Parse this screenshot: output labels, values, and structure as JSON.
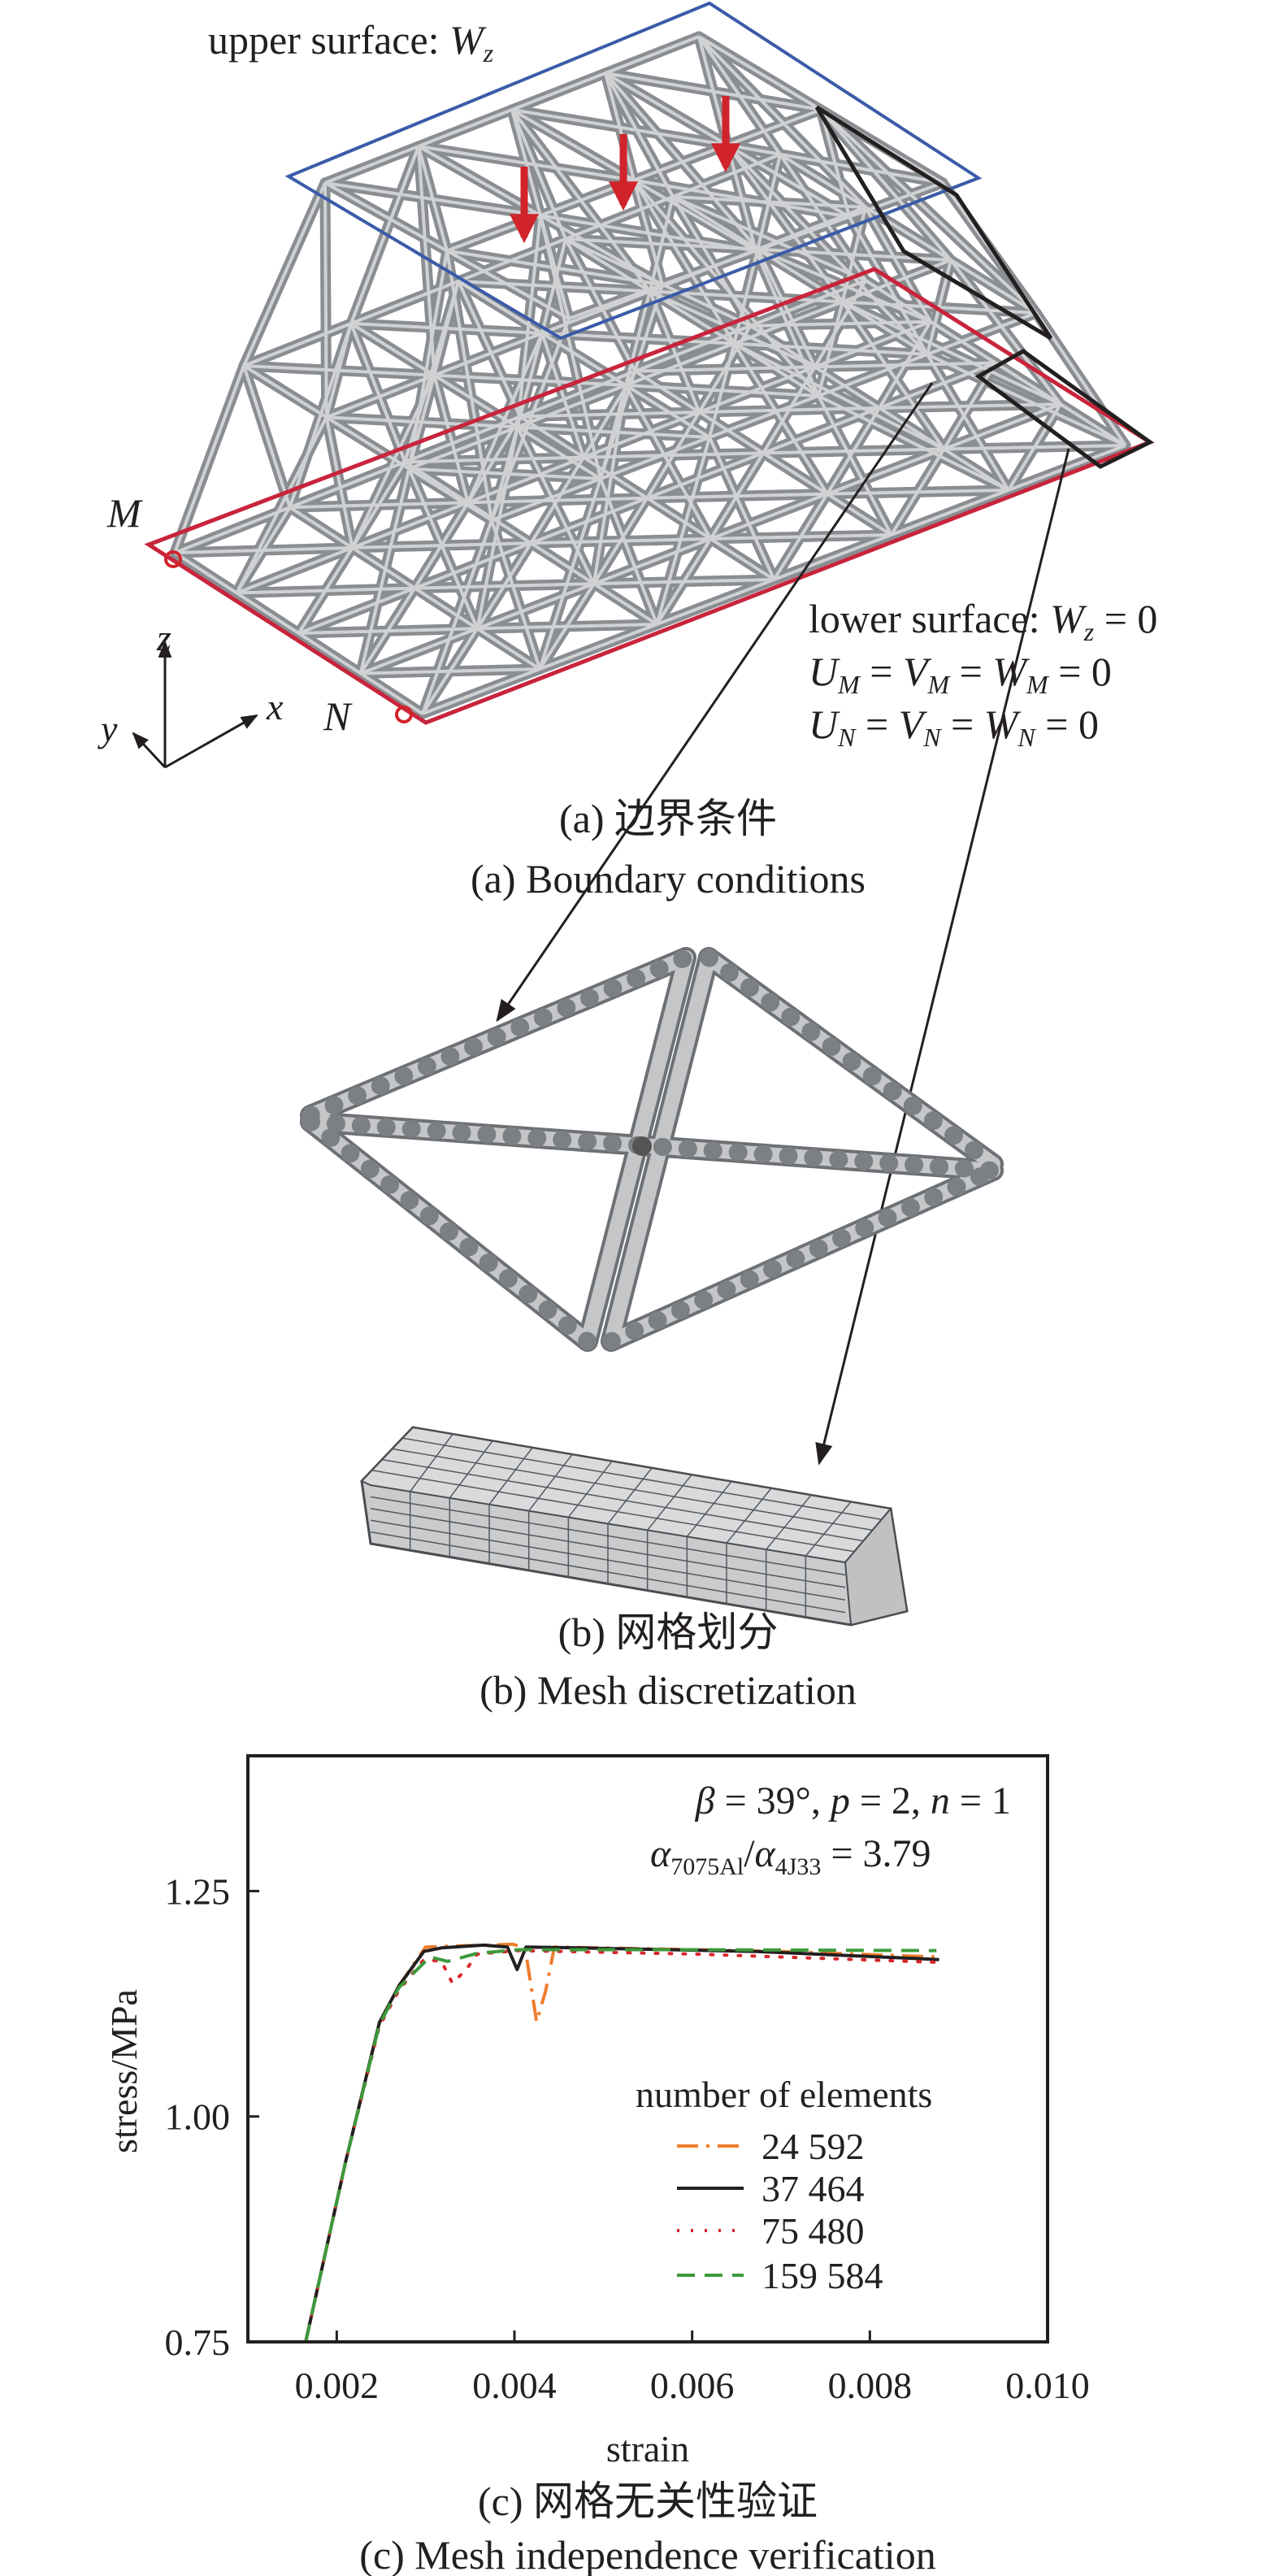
{
  "panel_a": {
    "upper_surface": {
      "label": "upper surface: ",
      "var": "W",
      "sub": "z"
    },
    "lower_surface": {
      "label": "lower surface: ",
      "var": "W",
      "sub": "z",
      "rest": " = 0"
    },
    "bc_m": {
      "u": "U",
      "v": "V",
      "w": "W",
      "sub": "M",
      "eq": " = ",
      "zero": " = 0"
    },
    "bc_n": {
      "u": "U",
      "v": "V",
      "w": "W",
      "sub": "N",
      "eq": " = ",
      "zero": " = 0"
    },
    "point_m": "M",
    "point_n": "N",
    "axis_x": "x",
    "axis_y": "y",
    "axis_z": "z",
    "caption_cn": "(a) 边界条件",
    "caption_en": "(a) Boundary conditions"
  },
  "panel_b": {
    "caption_cn": "(b) 网格划分",
    "caption_en": "(b) Mesh discretization"
  },
  "panel_c": {
    "caption_cn": "(c) 网格无关性验证",
    "caption_en": "(c) Mesh independence verification"
  },
  "colors": {
    "upper_surface": "#3a5ba8",
    "lower_surface": "#c8243c",
    "load_arrow": "#d0242a",
    "truss": "#8a8d91"
  },
  "chart_data": {
    "type": "line",
    "xlabel": "strain",
    "ylabel": "stress/MPa",
    "xlim": [
      0.001,
      0.01
    ],
    "ylim": [
      0.75,
      1.4
    ],
    "xticks": [
      "0.002",
      "0.004",
      "0.006",
      "0.008",
      "0.010"
    ],
    "yticks": [
      "0.75",
      "1.00",
      "1.25"
    ],
    "annotation": {
      "line1": {
        "beta": "β",
        "beta_val": " = 39°, ",
        "p": "p",
        "p_val": " = 2, ",
        "n": "n",
        "n_val": " = 1"
      },
      "line2": {
        "a": "α",
        "sub1": "7075Al",
        "slash": "/",
        "sub2": "4J33",
        "val": " = 3.79"
      }
    },
    "legend_title": "number of elements",
    "legend_position": "center-right",
    "series": [
      {
        "name": "24 592",
        "color": "#ef7d2d",
        "dash": "dashdot",
        "x": [
          0.00165,
          0.0021,
          0.00248,
          0.0027,
          0.003,
          0.0033,
          0.0037,
          0.00398,
          0.00412,
          0.00425,
          0.00435,
          0.00445,
          0.0055,
          0.007,
          0.00875
        ],
        "y": [
          0.75,
          0.95,
          1.104,
          1.145,
          1.188,
          1.189,
          1.19,
          1.191,
          1.187,
          1.105,
          1.139,
          1.188,
          1.186,
          1.183,
          1.177
        ]
      },
      {
        "name": "37 464",
        "color": "#231f20",
        "dash": "solid",
        "x": [
          0.00165,
          0.0021,
          0.00248,
          0.0027,
          0.00298,
          0.00318,
          0.00365,
          0.00392,
          0.00403,
          0.00413,
          0.00472,
          0.00673,
          0.00878
        ],
        "y": [
          0.75,
          0.95,
          1.104,
          1.145,
          1.183,
          1.187,
          1.19,
          1.188,
          1.163,
          1.188,
          1.187,
          1.183,
          1.174
        ]
      },
      {
        "name": "75 480",
        "color": "#d9262e",
        "dash": "dotted",
        "x": [
          0.00165,
          0.0021,
          0.00248,
          0.0027,
          0.00298,
          0.00318,
          0.0033,
          0.00345,
          0.00358,
          0.00405,
          0.00606,
          0.00875
        ],
        "y": [
          0.75,
          0.95,
          1.1,
          1.14,
          1.174,
          1.172,
          1.148,
          1.162,
          1.18,
          1.184,
          1.18,
          1.171
        ]
      },
      {
        "name": "159 584",
        "color": "#3c9a3c",
        "dash": "dashed",
        "x": [
          0.00165,
          0.0021,
          0.00248,
          0.0027,
          0.00305,
          0.00325,
          0.00358,
          0.00405,
          0.006,
          0.00875
        ],
        "y": [
          0.75,
          0.95,
          1.102,
          1.143,
          1.177,
          1.172,
          1.181,
          1.185,
          1.185,
          1.184
        ]
      }
    ]
  }
}
